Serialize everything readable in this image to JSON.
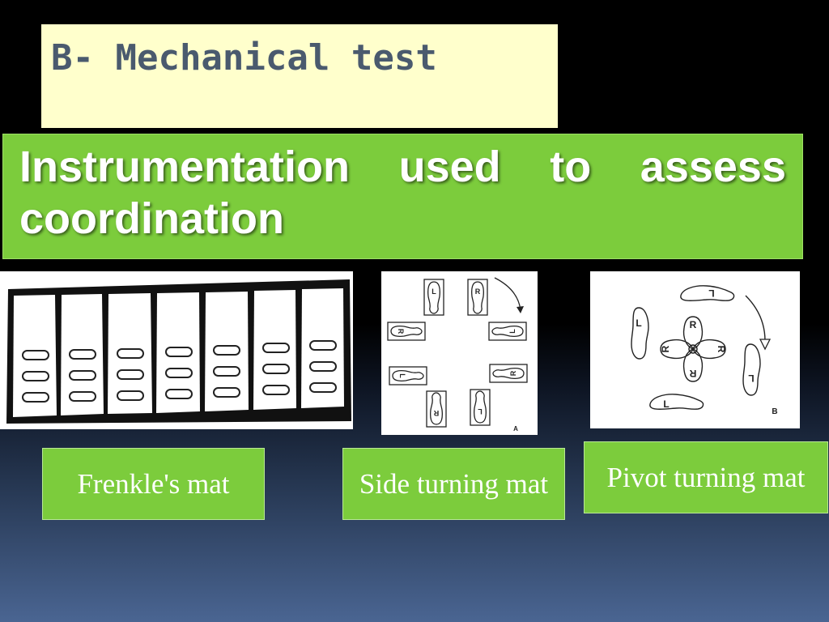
{
  "title": "B- Mechanical test",
  "heading": "Instrumentation used to assess coordination",
  "images": {
    "side_turning": {
      "foot_letters": [
        "L",
        "R",
        "R",
        "L",
        "L",
        "R",
        "R",
        "L"
      ],
      "panel_letter": "A"
    },
    "pivot_turning": {
      "center_letters": [
        "R",
        "R",
        "R",
        "R"
      ],
      "outer_letters": [
        "L",
        "L",
        "L",
        "L"
      ],
      "panel_letter": "B"
    }
  },
  "labels": {
    "frenkle": "Frenkle's mat",
    "side": "Side turning mat",
    "pivot": "Pivot turning mat"
  }
}
